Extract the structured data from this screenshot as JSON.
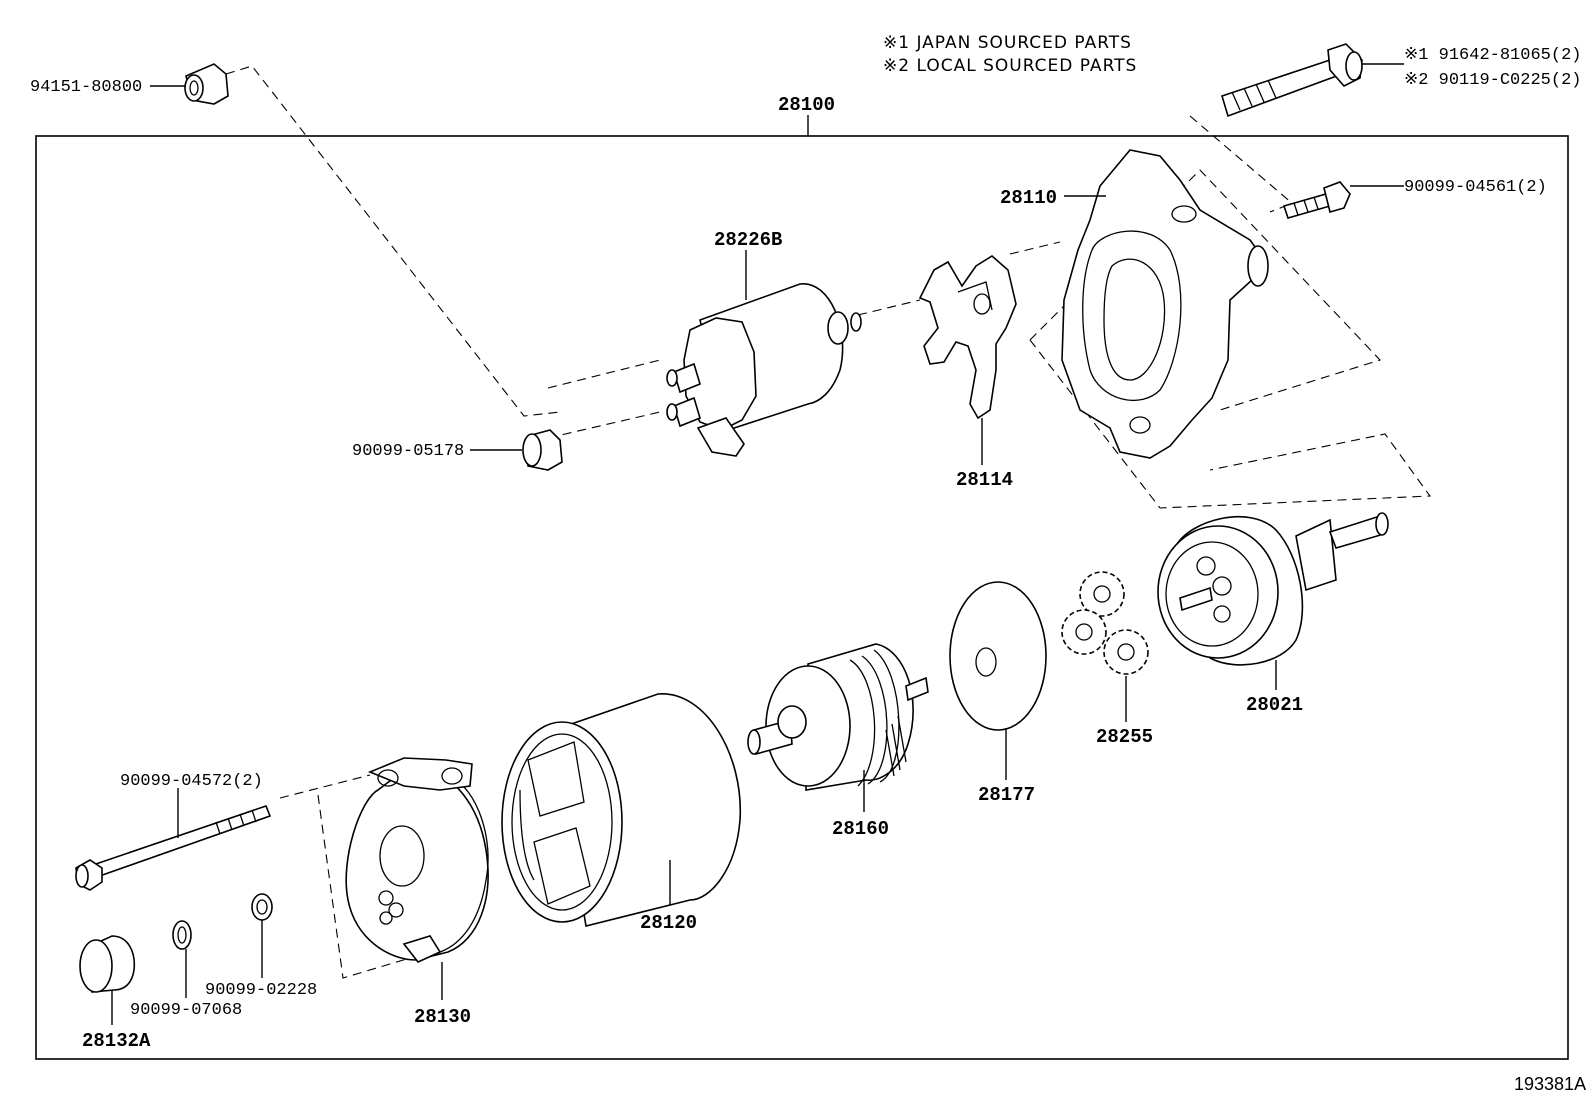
{
  "notes": {
    "japan": "※1 JAPAN SOURCED PARTS",
    "local": "※2 LOCAL SOURCED PARTS"
  },
  "assembly_label": "28100",
  "figure_id": "193381A",
  "parts": {
    "p94151": "94151-80800",
    "p91642": "※1 91642-81065(2)",
    "p90119": "※2 90119-C0225(2)",
    "p90099_04561": "90099-04561(2)",
    "p28110": "28110",
    "p28226B": "28226B",
    "p90099_05178": "90099-05178",
    "p28114": "28114",
    "p28021": "28021",
    "p28255": "28255",
    "p28177": "28177",
    "p28160": "28160",
    "p28120": "28120",
    "p90099_04572": "90099-04572(2)",
    "p90099_02228": "90099-02228",
    "p90099_07068": "90099-07068",
    "p28130": "28130",
    "p28132A": "28132A"
  }
}
